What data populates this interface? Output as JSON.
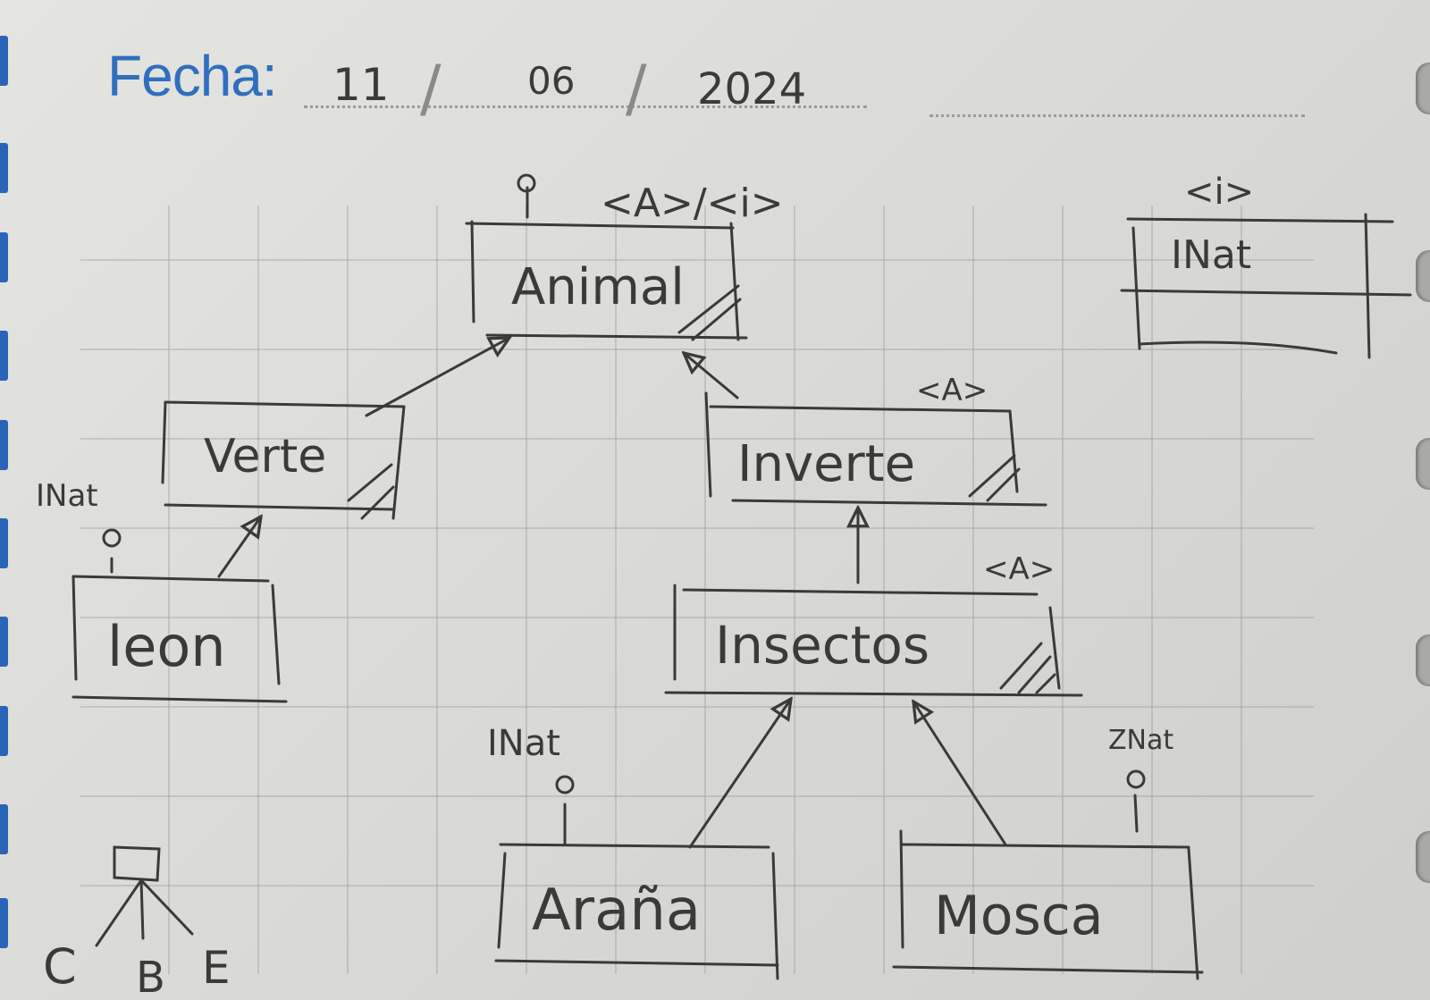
{
  "header": {
    "label": "Fecha:",
    "day": "11",
    "month": "06",
    "year": "2024",
    "separator": "/"
  },
  "colors": {
    "printed_ink": "#2f6fbe",
    "pencil": "#3a3a3a",
    "paper": "#e0e0dc"
  },
  "diagram": {
    "classes": [
      {
        "id": "animal",
        "name": "Animal",
        "stereotype": "<A>/<i>"
      },
      {
        "id": "vertebrado",
        "name": "Verte",
        "stereotype": ""
      },
      {
        "id": "invertebrado",
        "name": "Inverte",
        "stereotype": "<A>"
      },
      {
        "id": "insectos",
        "name": "Insectos",
        "stereotype": "<A>"
      },
      {
        "id": "leon",
        "name": "leon",
        "stereotype": ""
      },
      {
        "id": "arana",
        "name": "Araña",
        "stereotype": ""
      },
      {
        "id": "mosca",
        "name": "Mosca",
        "stereotype": ""
      },
      {
        "id": "inat",
        "name": "INat",
        "stereotype": "<i>"
      }
    ],
    "interface_labels": {
      "leon": "INat",
      "arana": "INat",
      "mosca": "ZNat"
    },
    "legend": {
      "letters": [
        "C",
        "B",
        "E"
      ]
    }
  }
}
